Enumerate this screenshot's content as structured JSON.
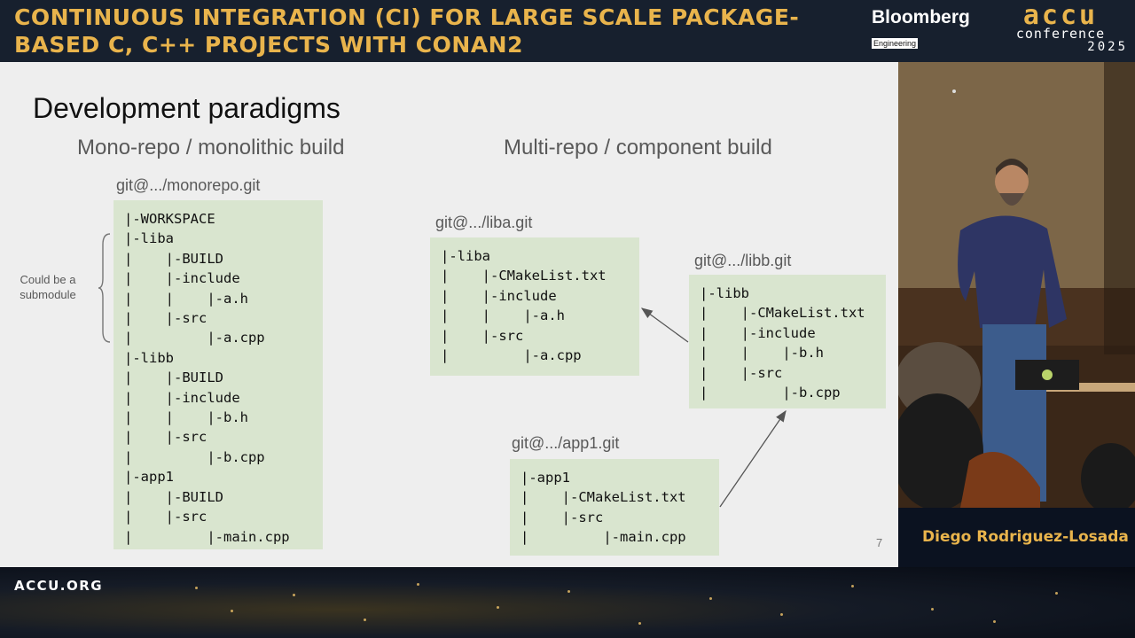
{
  "header": {
    "talk_title": "CONTINUOUS INTEGRATION (CI) FOR LARGE SCALE PACKAGE-BASED C, C++ PROJECTS WITH CONAN2",
    "sponsor": "Bloomberg",
    "sponsor_sub": "Engineering",
    "conference_logo": {
      "main": "accu",
      "sub": "conference",
      "year": "2025"
    }
  },
  "slide": {
    "title": "Development paradigms",
    "left_heading": "Mono-repo / monolithic build",
    "right_heading": "Multi-repo / component build",
    "note": "Could be a submodule",
    "page_number": "7",
    "monorepo": {
      "label": "git@.../monorepo.git",
      "lines": [
        "|-WORKSPACE",
        "|-liba",
        "|    |-BUILD",
        "|    |-include",
        "|    |    |-a.h",
        "|    |-src",
        "|         |-a.cpp",
        "|-libb",
        "|    |-BUILD",
        "|    |-include",
        "|    |    |-b.h",
        "|    |-src",
        "|         |-b.cpp",
        "|-app1",
        "|    |-BUILD",
        "|    |-src",
        "|         |-main.cpp"
      ]
    },
    "liba": {
      "label": "git@.../liba.git",
      "lines": [
        "|-liba",
        "|    |-CMakeList.txt",
        "|    |-include",
        "|    |    |-a.h",
        "|    |-src",
        "|         |-a.cpp"
      ]
    },
    "libb": {
      "label": "git@.../libb.git",
      "lines": [
        "|-libb",
        "|    |-CMakeList.txt",
        "|    |-include",
        "|    |    |-b.h",
        "|    |-src",
        "|         |-b.cpp"
      ]
    },
    "app1": {
      "label": "git@.../app1.git",
      "lines": [
        "|-app1",
        "|    |-CMakeList.txt",
        "|    |-src",
        "|         |-main.cpp"
      ]
    }
  },
  "footer": {
    "site": "ACCU.ORG",
    "speaker": "Diego Rodriguez-Losada"
  },
  "colors": {
    "accent": "#e9b44c",
    "code_box_bg": "#d9e5cf",
    "slide_bg": "#eeeeee",
    "banner_bg": "#17202e"
  }
}
